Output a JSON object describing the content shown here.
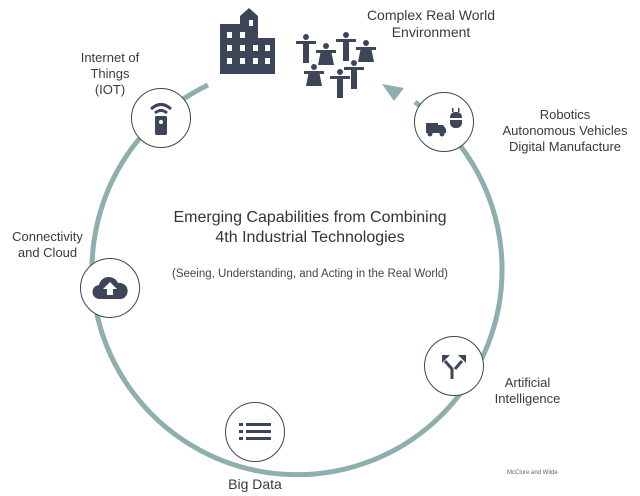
{
  "diagram": {
    "center": {
      "title_line1": "Emerging Capabilities from Combining",
      "title_line2": "4th Industrial Technologies",
      "subtitle": "(Seeing, Understanding, and Acting in the Real World)"
    },
    "top": {
      "label_line1": "Complex Real World",
      "label_line2": "Environment",
      "icons": [
        "building-icon",
        "people-crowd-icon"
      ]
    },
    "nodes": [
      {
        "id": "iot",
        "label_lines": [
          "Internet of",
          "Things",
          "(IOT)"
        ],
        "icon": "remote-wifi-icon"
      },
      {
        "id": "cloud",
        "label_lines": [
          "Connectivity",
          "and Cloud"
        ],
        "icon": "cloud-upload-icon"
      },
      {
        "id": "bigdata",
        "label_lines": [
          "Big Data"
        ],
        "icon": "list-icon"
      },
      {
        "id": "ai",
        "label_lines": [
          "Artificial",
          "Intelligence"
        ],
        "icon": "split-arrows-icon"
      },
      {
        "id": "robotics",
        "label_lines": [
          "Robotics",
          "Autonomous Vehicles",
          "Digital Manufacture"
        ],
        "icon": "truck-robot-icon"
      }
    ],
    "credit": "McClure and Wilde",
    "colors": {
      "ring": "#8fafaf",
      "icon": "#3d4659",
      "node_border": "#3d4659",
      "text": "#333333"
    }
  }
}
